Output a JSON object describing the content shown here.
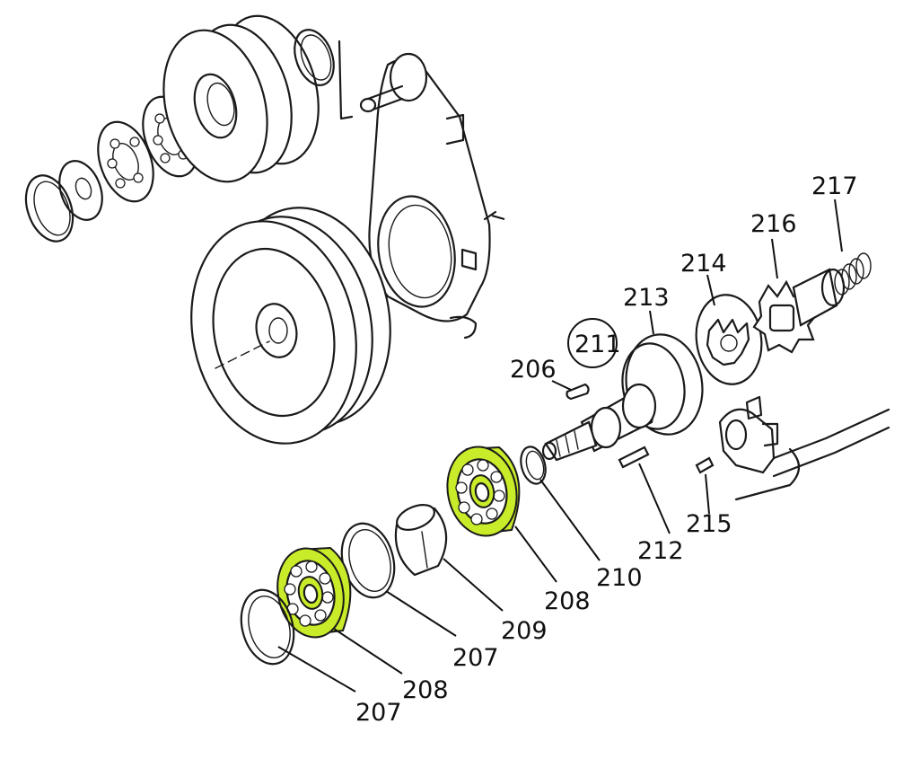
{
  "highlight_color": "#c9ec2a",
  "labels": {
    "l206": "206",
    "l207a": "207",
    "l207b": "207",
    "l208a": "208",
    "l208b": "208",
    "l209": "209",
    "l210": "210",
    "l211": "211",
    "l212": "212",
    "l213": "213",
    "l214": "214",
    "l215": "215",
    "l216": "216",
    "l217": "217"
  }
}
